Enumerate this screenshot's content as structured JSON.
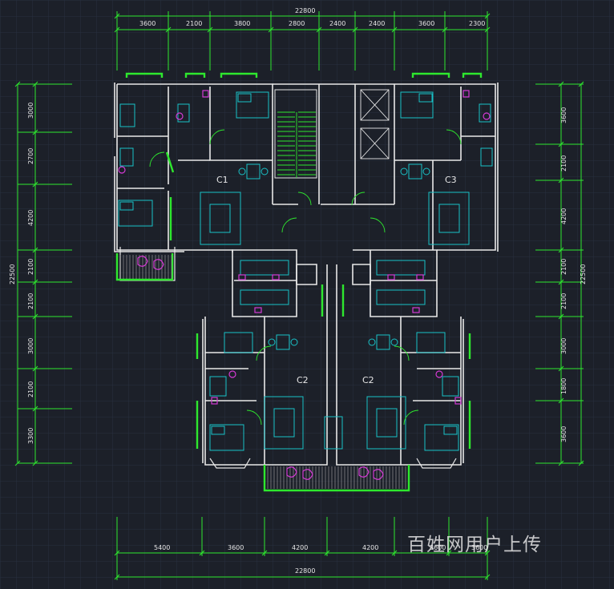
{
  "colors": {
    "background": "#1c2029",
    "grid": "#283040",
    "wall": "#e8e8e8",
    "dimension": "#2ee82e",
    "furniture": "#19c2c8",
    "fixture": "#d43ad4"
  },
  "dimensions": {
    "top_total": "22800",
    "top": [
      "3600",
      "2100",
      "3800",
      "2800",
      "2400",
      "2400",
      "3600",
      "2300"
    ],
    "bottom_total": "22800",
    "bottom": [
      "5400",
      "3600",
      "4200",
      "4200",
      "3600",
      "3600"
    ],
    "left_total": "22500",
    "left": [
      "3000",
      "2700",
      "4200",
      "2100",
      "2100",
      "3000",
      "2100",
      "3300"
    ],
    "right_total": "22500",
    "right": [
      "3600",
      "2100",
      "4200",
      "2100",
      "2100",
      "3000",
      "1800",
      "3600"
    ]
  },
  "units": [
    "C1",
    "C3",
    "C2",
    "C2"
  ],
  "watermark": "百姓网用户上传"
}
